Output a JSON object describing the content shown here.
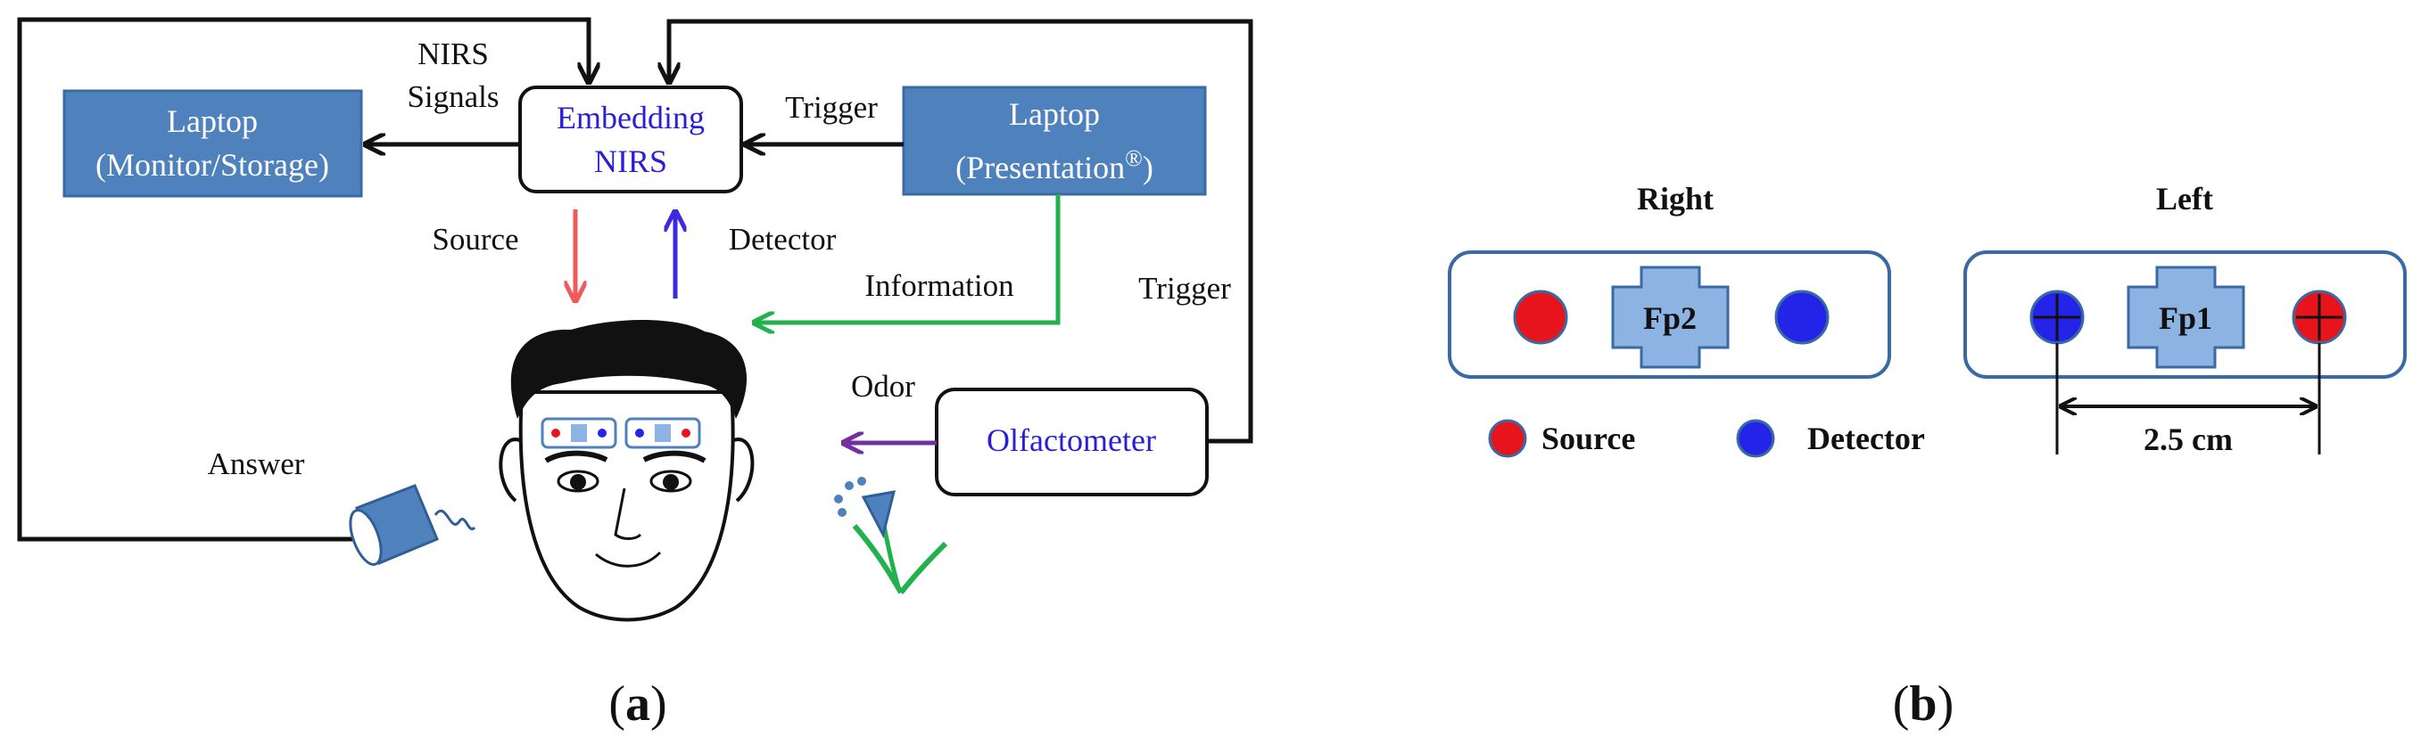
{
  "panel_a": {
    "laptop_monitor": {
      "line1": "Laptop",
      "line2": "(Monitor/Storage)"
    },
    "embedding_nirs": {
      "line1": "Embedding",
      "line2": "NIRS"
    },
    "laptop_presentation": {
      "line1": "Laptop",
      "line2": "(Presentation",
      "reg": "®",
      "close": ")"
    },
    "olfactometer": "Olfactometer",
    "labels": {
      "nirs": "NIRS",
      "signals": "Signals",
      "trigger_top": "Trigger",
      "source": "Source",
      "detector": "Detector",
      "information": "Information",
      "trigger_right": "Trigger",
      "odor": "Odor",
      "answer": "Answer"
    },
    "caption_open": "(",
    "caption_letter": "a",
    "caption_close": ")"
  },
  "panel_b": {
    "right_title": "Right",
    "left_title": "Left",
    "fp2": "Fp2",
    "fp1": "Fp1",
    "legend_source": "Source",
    "legend_detector": "Detector",
    "distance": "2.5 cm",
    "caption_open": "(",
    "caption_letter": "b",
    "caption_close": ")"
  },
  "colors": {
    "box_blue": "#4f81bd",
    "source_red": "#e8141b",
    "detector_blue": "#2424e8",
    "arrow_red": "#f05a5a",
    "arrow_blue": "#3a2ae0",
    "arrow_green": "#22b14c",
    "arrow_purple": "#7030a0",
    "probe_blue": "#8db3e2"
  }
}
